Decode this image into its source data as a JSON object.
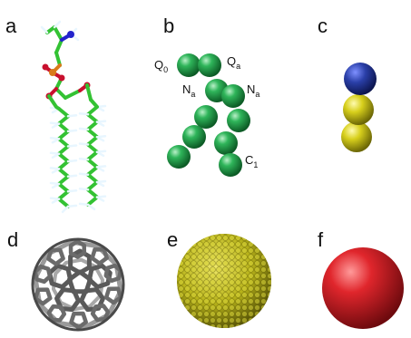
{
  "panels": [
    {
      "letter": "a"
    },
    {
      "letter": "b"
    },
    {
      "letter": "c"
    },
    {
      "letter": "d"
    },
    {
      "letter": "e"
    },
    {
      "letter": "f"
    }
  ],
  "bead_labels": [
    {
      "main": "Q",
      "sub": "0"
    },
    {
      "main": "Q",
      "sub": "a"
    },
    {
      "main": "N",
      "sub": "a"
    },
    {
      "main": "N",
      "sub": "a"
    },
    {
      "main": "C",
      "sub": "1"
    }
  ],
  "colors": {
    "carbon": "#33c233",
    "hydrogen": "#e8f6ff",
    "oxygen": "#c8102e",
    "nitrogen": "#2222cc",
    "phosphorus": "#d97a1a",
    "cg_bead": "#1f9a45",
    "hydrophilic_bead": "#2a3fa8",
    "hydrophobic_bead": "#d8d01c",
    "fullerene": "#5a5a5a",
    "nanoparticle": "#b8b31a",
    "sphere": "#d9262c"
  }
}
